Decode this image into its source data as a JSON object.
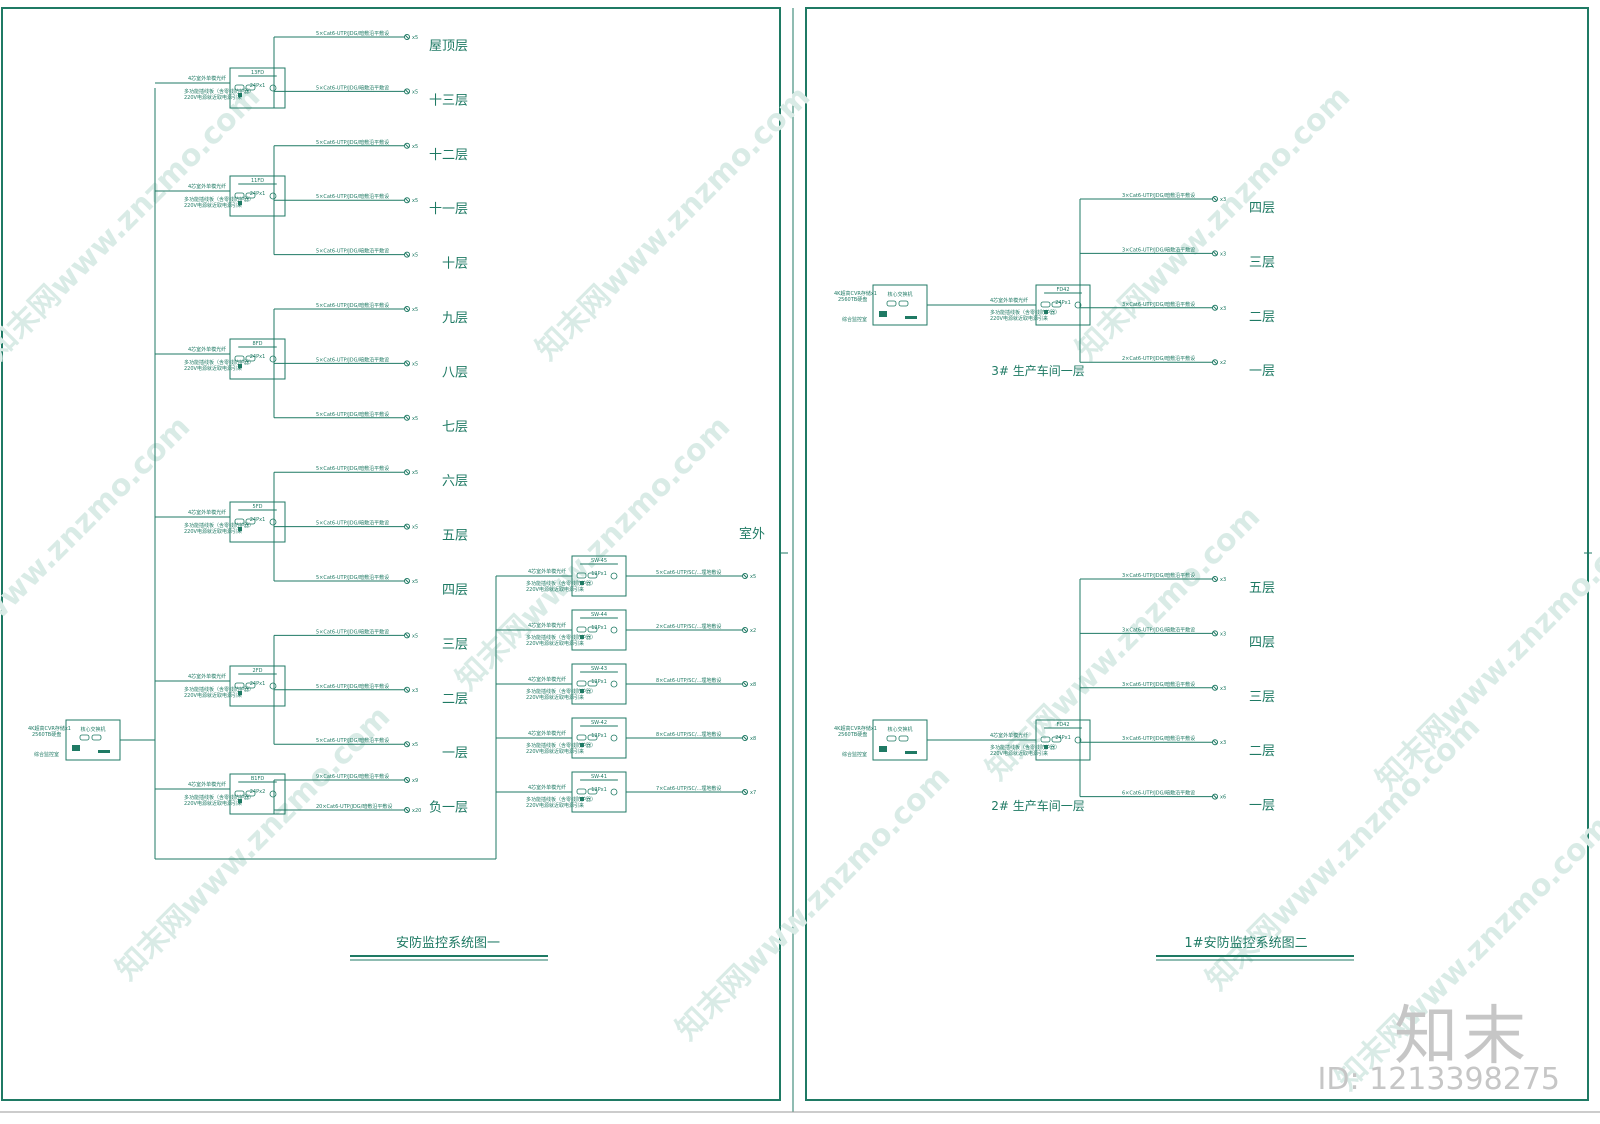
{
  "watermark": {
    "text": "知末网www.znzmo.com",
    "brand": "知末",
    "id": "ID: 1213398275"
  },
  "floors_left": [
    "屋顶层",
    "十三层",
    "十二层",
    "十一层",
    "十层",
    "九层",
    "八层",
    "七层",
    "六层",
    "五层",
    "四层",
    "三层",
    "二层",
    "一层",
    "负一层"
  ],
  "outdoor_label": "室外",
  "left_fd_boxes": [
    {
      "name": "13FD",
      "port": "24Px1",
      "wire_in": "4芯室外单模光纤",
      "power1": "多功能插线板（含零线防护器）",
      "power2": "220V电源就近取电源引来",
      "branches": [
        {
          "cable": "5×Cat6-UTP/JDG/暗敷沿平敷设",
          "count": "x5"
        },
        {
          "cable": "5×Cat6-UTP/JDG/暗敷沿平敷设",
          "count": "x5"
        }
      ]
    },
    {
      "name": "11FD",
      "port": "24Px1",
      "wire_in": "4芯室外单模光纤",
      "power1": "多功能插线板（含零线防护器）",
      "power2": "220V电源就近取电源引来",
      "branches": [
        {
          "cable": "5×Cat6-UTP/JDG/暗敷沿平敷设",
          "count": "x5"
        },
        {
          "cable": "5×Cat6-UTP/JDG/暗敷沿平敷设",
          "count": "x5"
        },
        {
          "cable": "5×Cat6-UTP/JDG/暗敷沿平敷设",
          "count": "x5"
        }
      ]
    },
    {
      "name": "8FD",
      "port": "24Px1",
      "wire_in": "4芯室外单模光纤",
      "power1": "多功能插线板（含零线防护器）",
      "power2": "220V电源就近取电源引来",
      "branches": [
        {
          "cable": "5×Cat6-UTP/JDG/暗敷沿平敷设",
          "count": "x5"
        },
        {
          "cable": "5×Cat6-UTP/JDG/暗敷沿平敷设",
          "count": "x5"
        },
        {
          "cable": "5×Cat6-UTP/JDG/暗敷沿平敷设",
          "count": "x5"
        }
      ]
    },
    {
      "name": "5FD",
      "port": "24Px1",
      "wire_in": "4芯室外单模光纤",
      "power1": "多功能插线板（含零线防护器）",
      "power2": "220V电源就近取电源引来",
      "branches": [
        {
          "cable": "5×Cat6-UTP/JDG/暗敷沿平敷设",
          "count": "x5"
        },
        {
          "cable": "5×Cat6-UTP/JDG/暗敷沿平敷设",
          "count": "x5"
        },
        {
          "cable": "5×Cat6-UTP/JDG/暗敷沿平敷设",
          "count": "x5"
        }
      ]
    },
    {
      "name": "2FD",
      "port": "24Px1",
      "wire_in": "4芯室外单模光纤",
      "power1": "多功能插线板（含零线防护器）",
      "power2": "220V电源就近取电源引来",
      "branches": [
        {
          "cable": "5×Cat6-UTP/JDG/暗敷沿平敷设",
          "count": "x5"
        },
        {
          "cable": "5×Cat6-UTP/JDG/暗敷沿平敷设",
          "count": "x3"
        },
        {
          "cable": "5×Cat6-UTP/JDG/暗敷沿平敷设",
          "count": "x5"
        }
      ]
    },
    {
      "name": "B1FD",
      "port": "24Px2",
      "wire_in": "4芯室外单模光纤",
      "power1": "多功能插线板（含零线防护器）",
      "power2": "220V电源就近取电源引来",
      "branches": [
        {
          "cable": "9×Cat6-UTP/JDG/暗敷沿平敷设",
          "count": "x9"
        },
        {
          "cable": "20×Cat6-UTP/JDG/暗敷沿平敷设",
          "count": "x20"
        }
      ]
    }
  ],
  "left_sw_boxes": [
    {
      "name": "SW-45",
      "port": "12Px1",
      "wire_in": "4芯室外单模光纤",
      "power1": "多功能插线板（含零线防护器）",
      "power2": "220V电源就近取电源引来",
      "cable": "5×Cat6-UTP/SC/...埋地敷设",
      "count": "x5"
    },
    {
      "name": "SW-44",
      "port": "12Px1",
      "wire_in": "4芯室外单模光纤",
      "power1": "多功能插线板（含零线防护器）",
      "power2": "220V电源就近取电源引来",
      "cable": "2×Cat6-UTP/SC/...埋地敷设",
      "count": "x2"
    },
    {
      "name": "SW-43",
      "port": "12Px1",
      "wire_in": "4芯室外单模光纤",
      "power1": "多功能插线板（含零线防护器）",
      "power2": "220V电源就近取电源引来",
      "cable": "8×Cat6-UTP/SC/...埋地敷设",
      "count": "x8"
    },
    {
      "name": "SW-42",
      "port": "12Px1",
      "wire_in": "4芯室外单模光纤",
      "power1": "多功能插线板（含零线防护器）",
      "power2": "220V电源就近取电源引来",
      "cable": "8×Cat6-UTP/SC/...埋地敷设",
      "count": "x8"
    },
    {
      "name": "SW-41",
      "port": "12Px1",
      "wire_in": "4芯室外单模光纤",
      "power1": "多功能插线板（含零线防护器）",
      "power2": "220V电源就近取电源引来",
      "cable": "7×Cat6-UTP/SC/...埋地敷设",
      "count": "x7"
    }
  ],
  "core_box": {
    "label_top": "核心交换机",
    "nvr1": "4K超高CVR存储x1",
    "nvr2": "2560TB硬盘",
    "note": "综合监控室"
  },
  "left_title": "安防监控系统图一",
  "right_title": "1#安防监控系统图二",
  "right_top": {
    "caption": "3#  生产车间一层",
    "fd": "FD42",
    "port": "24Px1",
    "wire_in": "4芯室外单模光纤",
    "power1": "多功能插线板（含零线防护器）",
    "power2": "220V电源就近取电源引来",
    "floors": [
      "四层",
      "三层",
      "二层",
      "一层"
    ],
    "branches": [
      {
        "cable": "3×Cat6-UTP/JDG/暗敷沿平敷设",
        "count": "x3"
      },
      {
        "cable": "3×Cat6-UTP/JDG/暗敷沿平敷设",
        "count": "x3"
      },
      {
        "cable": "3×Cat6-UTP/JDG/暗敷沿平敷设",
        "count": "x3"
      },
      {
        "cable": "2×Cat6-UTP/JDG/暗敷沿平敷设",
        "count": "x2"
      }
    ]
  },
  "right_bottom": {
    "caption": "2#  生产车间一层",
    "fd": "FD42",
    "port": "24Px1",
    "wire_in": "4芯室外单模光纤",
    "power1": "多功能插线板（含零线防护器）",
    "power2": "220V电源就近取电源引来",
    "floors": [
      "五层",
      "四层",
      "三层",
      "二层",
      "一层"
    ],
    "branches": [
      {
        "cable": "3×Cat6-UTP/JDG/暗敷沿平敷设",
        "count": "x3"
      },
      {
        "cable": "3×Cat6-UTP/JDG/暗敷沿平敷设",
        "count": "x3"
      },
      {
        "cable": "3×Cat6-UTP/JDG/暗敷沿平敷设",
        "count": "x3"
      },
      {
        "cable": "3×Cat6-UTP/JDG/暗敷沿平敷设",
        "count": "x3"
      },
      {
        "cable": "6×Cat6-UTP/JDG/暗敷沿平敷设",
        "count": "x6"
      }
    ]
  },
  "colors": {
    "line": "#1f7a64",
    "watermark": "#d9ebe6",
    "brand": "#c6c6c6"
  }
}
